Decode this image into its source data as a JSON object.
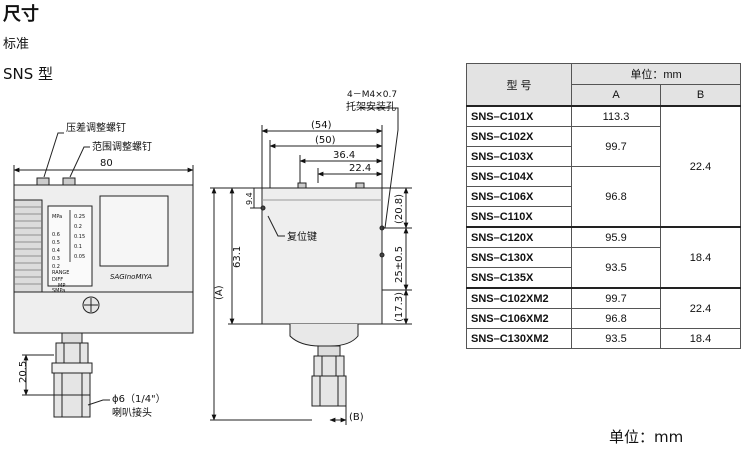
{
  "header": {
    "title": "尺寸",
    "subtitle": "标准",
    "model_series": "SNS 型"
  },
  "diagram": {
    "front_view": {
      "callouts": [
        "压差调整螺钉",
        "范围调整螺钉",
        "ϕ6（1/4\"）",
        "喇叭接头"
      ],
      "dimensions": [
        "80",
        "20.5"
      ],
      "logo_text": "SAGInoMIYA",
      "scale_ticks_left": [
        "0.6",
        "0.5",
        "0.4",
        "0.3",
        "0.2"
      ],
      "scale_ticks_right": [
        "0.25",
        "0.2",
        "0.15",
        "0.1",
        "0.05"
      ],
      "scale_labels": [
        "MPa",
        "DIFF",
        "RANGE",
        "MP",
        "SMPa"
      ]
    },
    "side_view": {
      "callouts": [
        "4－M4×0.7",
        "托架安装孔",
        "复位键"
      ],
      "dimensions": [
        "(54)",
        "(50)",
        "36.4",
        "22.4",
        "9.4",
        "63.1",
        "(A)",
        "(20.8)",
        "25±0.5",
        "(17.3)",
        "(B)"
      ]
    }
  },
  "table": {
    "col_model": "型  号",
    "col_unit": "单位：mm",
    "col_a": "A",
    "col_b": "B",
    "rows": [
      {
        "model": "SNS–C101X",
        "a": "113.3",
        "b": ""
      },
      {
        "model": "SNS–C102X",
        "a": "99.7",
        "b": ""
      },
      {
        "model": "SNS–C103X",
        "a": "",
        "b": "22.4"
      },
      {
        "model": "SNS–C104X",
        "a": "",
        "b": ""
      },
      {
        "model": "SNS–C106X",
        "a": "96.8",
        "b": ""
      },
      {
        "model": "SNS–C110X",
        "a": "",
        "b": ""
      },
      {
        "model": "SNS–C120X",
        "a": "95.9",
        "b": ""
      },
      {
        "model": "SNS–C130X",
        "a": "93.5",
        "b": "18.4"
      },
      {
        "model": "SNS–C135X",
        "a": "",
        "b": ""
      },
      {
        "model": "SNS–C102XM2",
        "a": "99.7",
        "b": ""
      },
      {
        "model": "SNS–C106XM2",
        "a": "96.8",
        "b": "22.4"
      },
      {
        "model": "SNS–C130XM2",
        "a": "93.5",
        "b": "18.4"
      }
    ]
  },
  "footer": {
    "unit": "单位：mm"
  },
  "colors": {
    "body_fill": "#ececec",
    "line": "#222222",
    "header_fill": "#e3e3e3"
  }
}
